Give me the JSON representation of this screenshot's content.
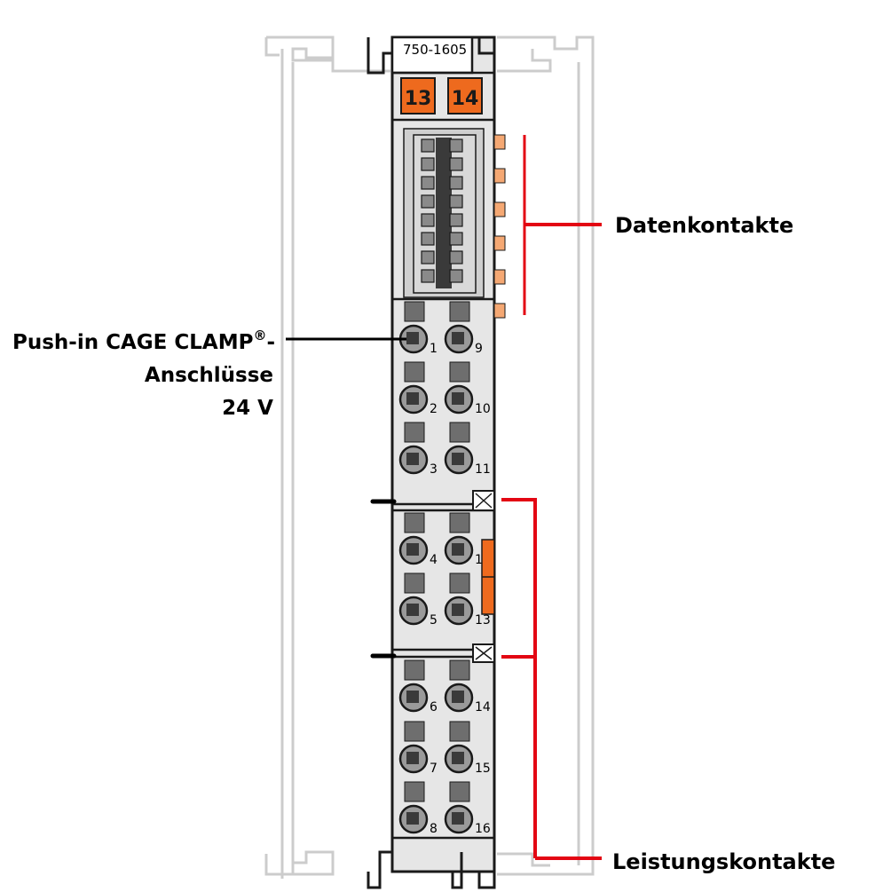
{
  "module": {
    "part_number": "750-1605",
    "top_markers": [
      "13",
      "14"
    ]
  },
  "labels": {
    "data_contacts": "Datenkontakte",
    "cage_clamp_line1_main": "Push-in CAGE CLAMP",
    "cage_clamp_line1_sup": "®",
    "cage_clamp_line1_tail": "-",
    "cage_clamp_line2": "Anschlüsse",
    "cage_clamp_line3": "24 V",
    "power_contacts": "Leistungskontakte"
  },
  "terminals": {
    "left": [
      "1",
      "2",
      "3",
      "4",
      "5",
      "6",
      "7",
      "8"
    ],
    "right": [
      "9",
      "10",
      "11",
      "12",
      "13",
      "14",
      "15",
      "16"
    ]
  },
  "colors": {
    "orange": "#ee6a1e",
    "orange_light": "#f5a873",
    "red": "#e30613",
    "body": "#e6e6e6",
    "outline": "#1a1a1a",
    "rail": "#cccccc"
  }
}
